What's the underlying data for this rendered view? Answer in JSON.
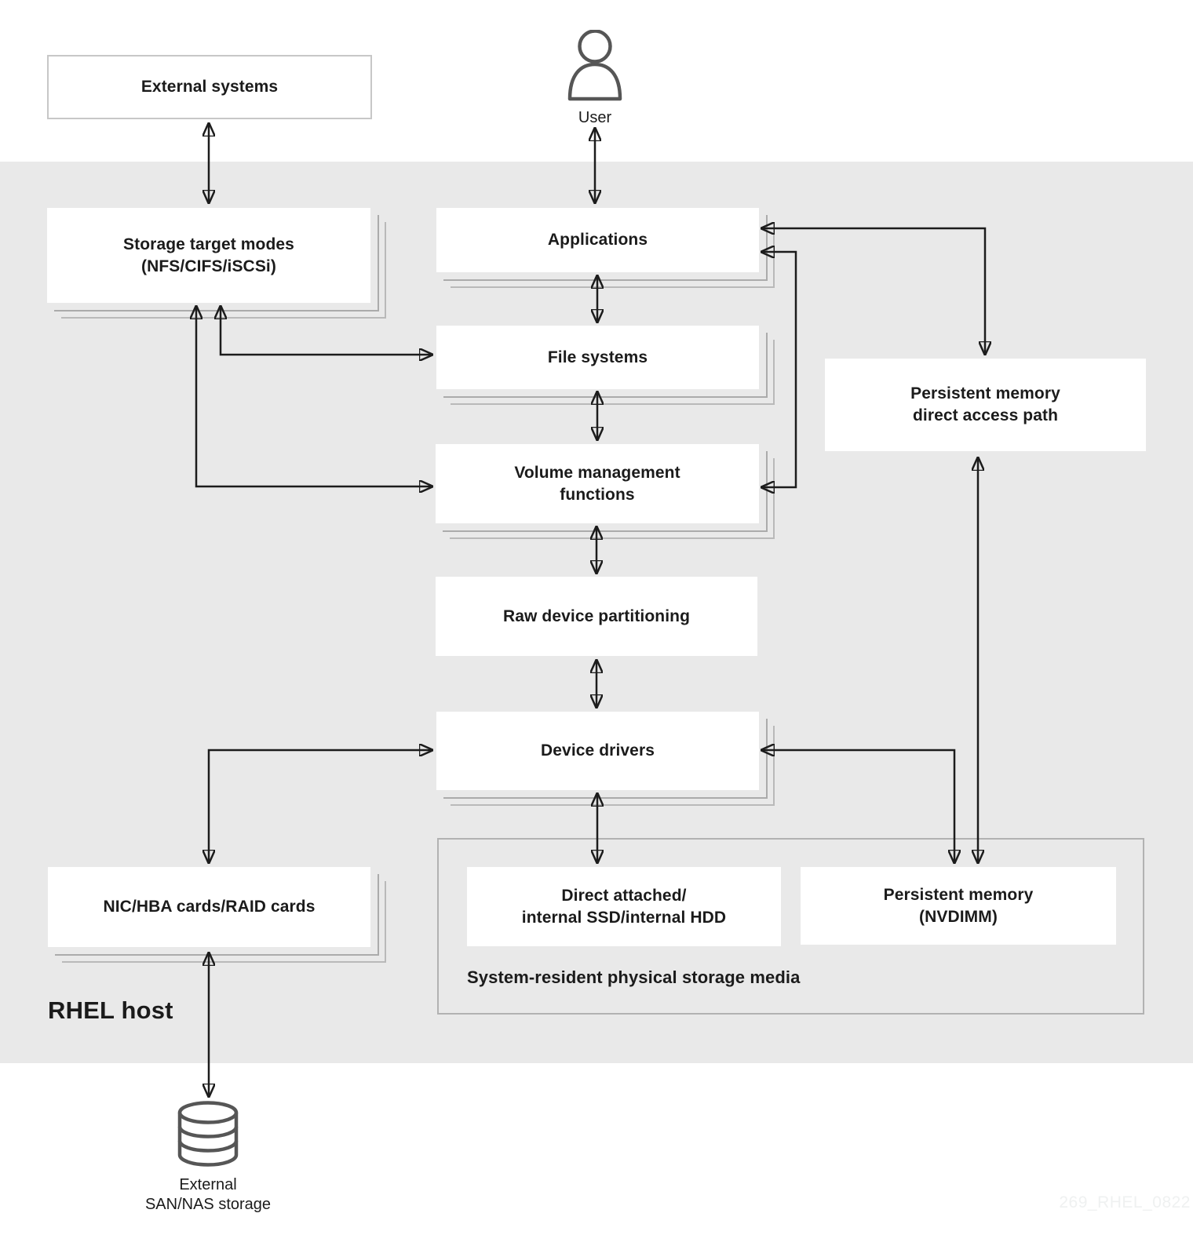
{
  "diagram": {
    "nodes": {
      "external_systems": {
        "label": "External systems"
      },
      "user": {
        "label": "User"
      },
      "storage_target_modes": {
        "label": "Storage target modes\n(NFS/CIFS/iSCSi)"
      },
      "applications": {
        "label": "Applications"
      },
      "file_systems": {
        "label": "File systems"
      },
      "volume_management": {
        "label": "Volume management\nfunctions"
      },
      "raw_device_partitioning": {
        "label": "Raw device partitioning"
      },
      "device_drivers": {
        "label": "Device drivers"
      },
      "persistent_memory_dax": {
        "label": "Persistent memory\ndirect access path"
      },
      "nic_hba": {
        "label": "NIC/HBA cards/RAID cards"
      },
      "direct_attached": {
        "label": "Direct attached/\ninternal SSD/internal HDD"
      },
      "persistent_memory_nvdimm": {
        "label": "Persistent memory\n(NVDIMM)"
      },
      "external_san_nas": {
        "label": "External\nSAN/NAS storage"
      }
    },
    "labels": {
      "rhel_host": "RHEL host",
      "storage_media_group": "System-resident physical storage media",
      "watermark": "269_RHEL_0822"
    },
    "icons": {
      "user": "person-outline-icon",
      "external_san_nas": "database-cylinder-icon"
    },
    "edges": [
      {
        "from": "external_systems",
        "to": "storage_target_modes",
        "type": "bidirectional"
      },
      {
        "from": "user",
        "to": "applications",
        "type": "bidirectional"
      },
      {
        "from": "applications",
        "to": "file_systems",
        "type": "bidirectional"
      },
      {
        "from": "file_systems",
        "to": "volume_management",
        "type": "bidirectional"
      },
      {
        "from": "volume_management",
        "to": "raw_device_partitioning",
        "type": "bidirectional"
      },
      {
        "from": "raw_device_partitioning",
        "to": "device_drivers",
        "type": "bidirectional"
      },
      {
        "from": "device_drivers",
        "to": "direct_attached",
        "type": "bidirectional"
      },
      {
        "from": "storage_target_modes",
        "to": "file_systems",
        "type": "bidirectional"
      },
      {
        "from": "storage_target_modes",
        "to": "volume_management",
        "type": "bidirectional"
      },
      {
        "from": "applications",
        "to": "volume_management",
        "type": "bidirectional"
      },
      {
        "from": "applications",
        "to": "persistent_memory_dax",
        "type": "bidirectional"
      },
      {
        "from": "persistent_memory_dax",
        "to": "persistent_memory_nvdimm",
        "type": "bidirectional"
      },
      {
        "from": "device_drivers",
        "to": "persistent_memory_nvdimm",
        "type": "bidirectional"
      },
      {
        "from": "device_drivers",
        "to": "nic_hba",
        "type": "bidirectional"
      },
      {
        "from": "nic_hba",
        "to": "external_san_nas",
        "type": "bidirectional"
      }
    ],
    "colors": {
      "background": "#ffffff",
      "host_band": "#e9e9e9",
      "node_fill": "#ffffff",
      "arrow": "#1c1c1c",
      "shadow_line": "#ababab",
      "container_border": "#b2b2b2",
      "external_border": "#c7c7c7",
      "text": "#1b1b1b",
      "watermark": "#eff1f1"
    }
  }
}
